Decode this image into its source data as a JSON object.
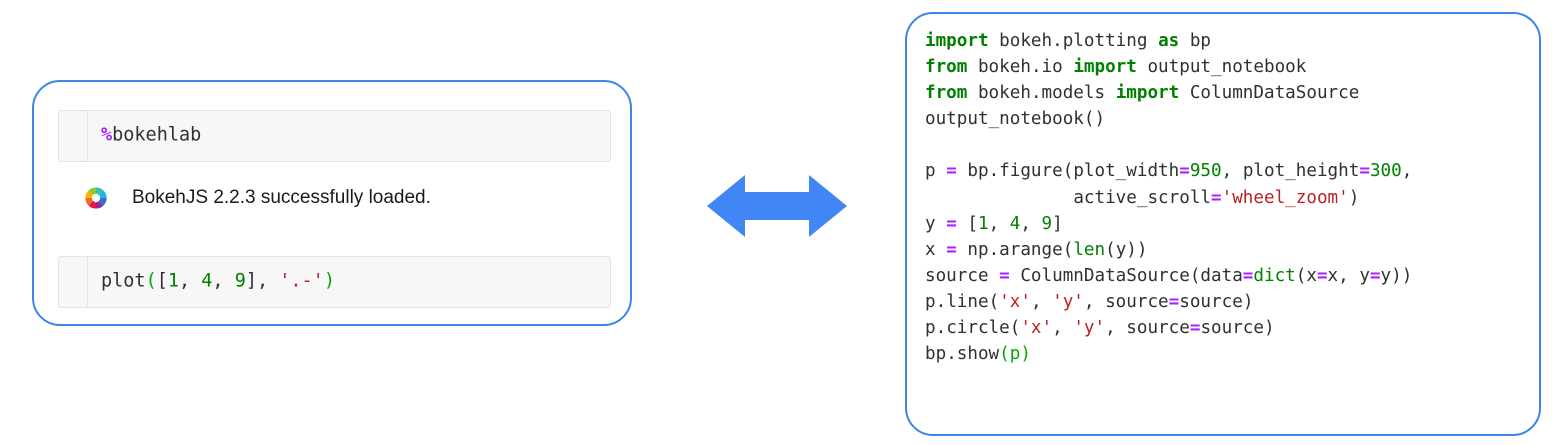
{
  "page": {
    "background": "#ffffff",
    "card_border_color": "#3d85e8",
    "arrow_color": "#4285f4"
  },
  "left_panel": {
    "name": "bokehlab-notebook-card",
    "input_cell_1": {
      "magic": "%",
      "command": "bokehlab",
      "full_text": "%bokehlab"
    },
    "output": {
      "icon": "bokeh-logo-icon",
      "text": "BokehJS 2.2.3 successfully loaded.",
      "library": "BokehJS",
      "version": "2.2.3"
    },
    "input_cell_2": {
      "full_text": "plot([1, 4, 9], '.-')",
      "tokens": [
        {
          "t": "plot",
          "c": "txt"
        },
        {
          "t": "(",
          "c": "par"
        },
        {
          "t": "[",
          "c": "txt"
        },
        {
          "t": "1",
          "c": "num"
        },
        {
          "t": ", ",
          "c": "txt"
        },
        {
          "t": "4",
          "c": "num"
        },
        {
          "t": ", ",
          "c": "txt"
        },
        {
          "t": "9",
          "c": "num"
        },
        {
          "t": "], ",
          "c": "txt"
        },
        {
          "t": "'.-'",
          "c": "str"
        },
        {
          "t": ")",
          "c": "par"
        }
      ]
    }
  },
  "arrow": {
    "name": "bidirectional-arrow",
    "direction": "left-right",
    "color": "#4285f4"
  },
  "right_panel": {
    "name": "bokeh-equivalent-code-card",
    "language": "python",
    "code_lines": [
      "import bokeh.plotting as bp",
      "from bokeh.io import output_notebook",
      "from bokeh.models import ColumnDataSource",
      "output_notebook()",
      "",
      "p = bp.figure(plot_width=950, plot_height=300,",
      "              active_scroll='wheel_zoom')",
      "y = [1, 4, 9]",
      "x = np.arange(len(y))",
      "source = ColumnDataSource(data=dict(x=x, y=y))",
      "p.line('x', 'y', source=source)",
      "p.circle('x', 'y', source=source)",
      "bp.show(p)"
    ],
    "values": {
      "plot_width": "950",
      "plot_height": "300",
      "active_scroll": "'wheel_zoom'",
      "y_data": "[1, 4, 9]"
    }
  }
}
